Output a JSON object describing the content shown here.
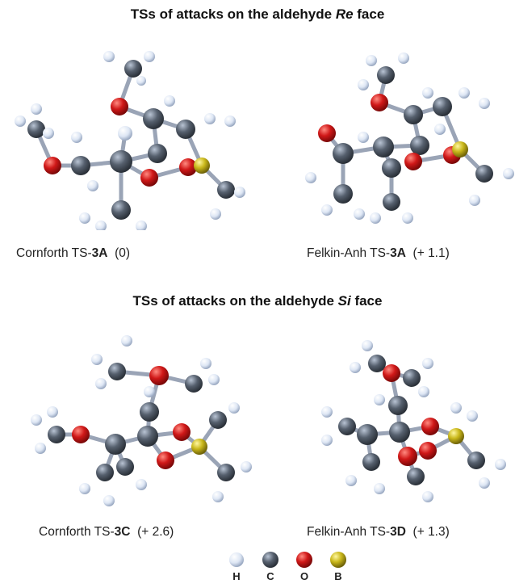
{
  "sections": [
    {
      "title_pre": "TSs of attacks on the aldehyde ",
      "title_em": "Re",
      "title_post": " face"
    },
    {
      "title_pre": "TSs of attacks on the aldehyde ",
      "title_em": "Si",
      "title_post": " face"
    }
  ],
  "panels": [
    {
      "name_pre": "Cornforth TS-",
      "name_bold": "3A",
      "energy": "(0)"
    },
    {
      "name_pre": "Felkin-Anh TS-",
      "name_bold": "3A",
      "energy": "(+ 1.1)"
    },
    {
      "name_pre": "Cornforth TS-",
      "name_bold": "3C",
      "energy": "(+ 2.6)"
    },
    {
      "name_pre": "Felkin-Anh TS-",
      "name_bold": "3D",
      "energy": "(+ 1.3)"
    }
  ],
  "legend": [
    {
      "label": "H",
      "color": "#e4ecf8"
    },
    {
      "label": "C",
      "color": "#5a6472"
    },
    {
      "label": "O",
      "color": "#cc1b1b"
    },
    {
      "label": "B",
      "color": "#c8b81e"
    }
  ]
}
